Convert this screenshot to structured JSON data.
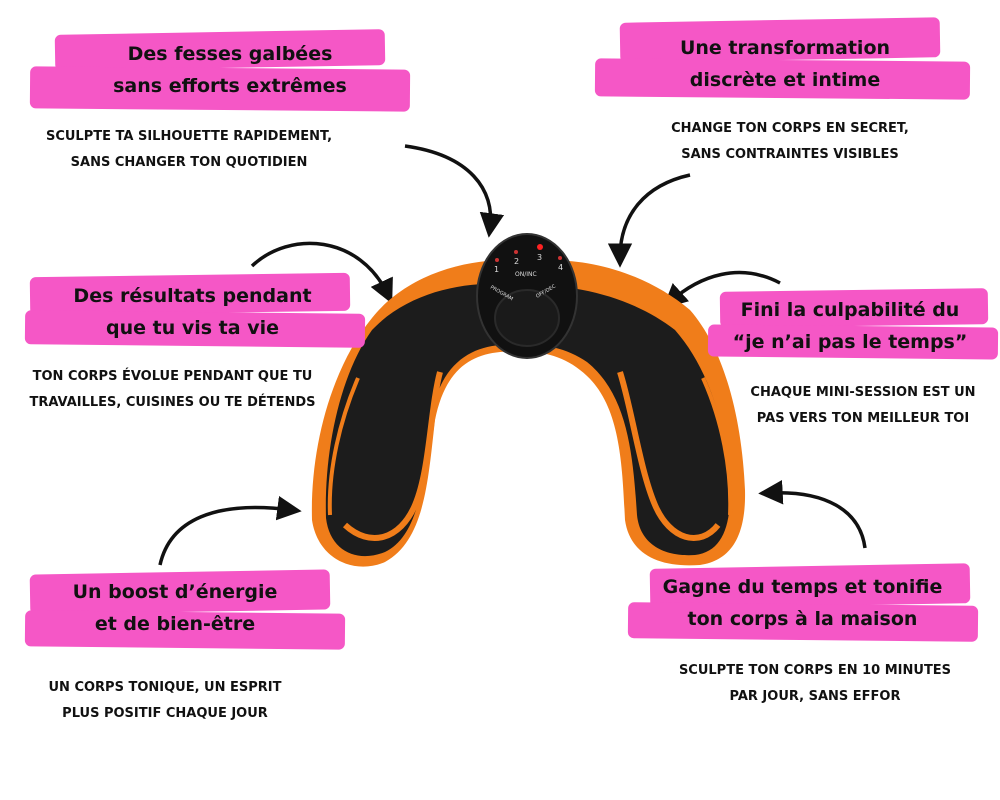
{
  "callouts": {
    "top_left": {
      "title": [
        "Des fesses galbées",
        "sans efforts extrêmes"
      ],
      "subtitle": [
        "SCULPTE TA SILHOUETTE RAPIDEMENT,",
        "SANS CHANGER TON QUOTIDIEN"
      ]
    },
    "top_right": {
      "title": [
        "Une transformation",
        "discrète et intime"
      ],
      "subtitle": [
        "CHANGE TON CORPS EN SECRET,",
        "SANS CONTRAINTES VISIBLES"
      ]
    },
    "mid_left": {
      "title": [
        "Des résultats pendant",
        "que tu vis ta vie"
      ],
      "subtitle": [
        "TON CORPS ÉVOLUE PENDANT QUE TU",
        "TRAVAILLES, CUISINES OU TE DÉTENDS"
      ]
    },
    "mid_right": {
      "title": [
        "Fini la culpabilité du",
        "“je n’ai pas le temps”"
      ],
      "subtitle": [
        "CHAQUE MINI-SESSION EST UN",
        "PAS VERS TON MEILLEUR TOI"
      ]
    },
    "bottom_left": {
      "title": [
        "Un boost d’énergie",
        "et de bien-être"
      ],
      "subtitle": [
        "UN CORPS TONIQUE, UN ESPRIT",
        "PLUS POSITIF CHAQUE JOUR"
      ]
    },
    "bottom_right": {
      "title": [
        "Gagne du temps et tonifie",
        "ton corps à la maison"
      ],
      "subtitle": [
        "SCULPTE TON CORPS EN 10 MINUTES",
        "PAR JOUR, SANS EFFOR"
      ]
    }
  },
  "device": {
    "on_label": "ON/INC",
    "program_label": "PROGRAM",
    "off_label": "OFF/DEC",
    "level_1": "1",
    "level_2": "2",
    "level_3": "3",
    "level_4": "4"
  },
  "colors": {
    "highlight": "#f557c6",
    "device_body": "#1c1c1c",
    "device_accent": "#f07d1a",
    "text": "#111111"
  }
}
